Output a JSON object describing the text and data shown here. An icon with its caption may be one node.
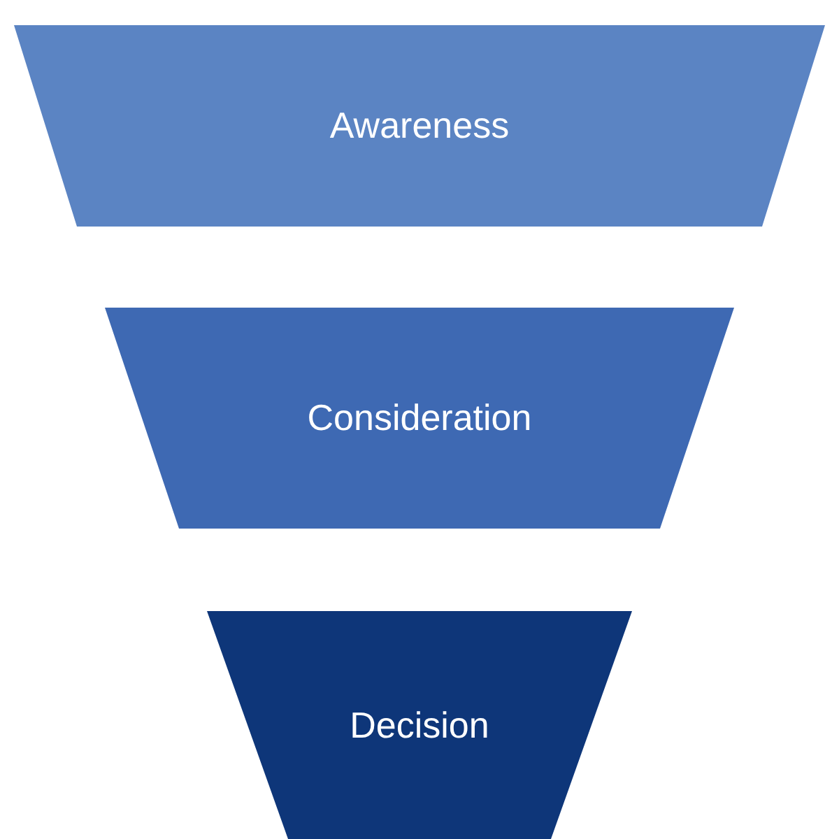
{
  "diagram": {
    "nodes": [
      {
        "text": [
          "Awareness"
        ]
      },
      {
        "text": [
          "Consideration"
        ]
      },
      {
        "text": [
          "Decision"
        ]
      }
    ]
  }
}
